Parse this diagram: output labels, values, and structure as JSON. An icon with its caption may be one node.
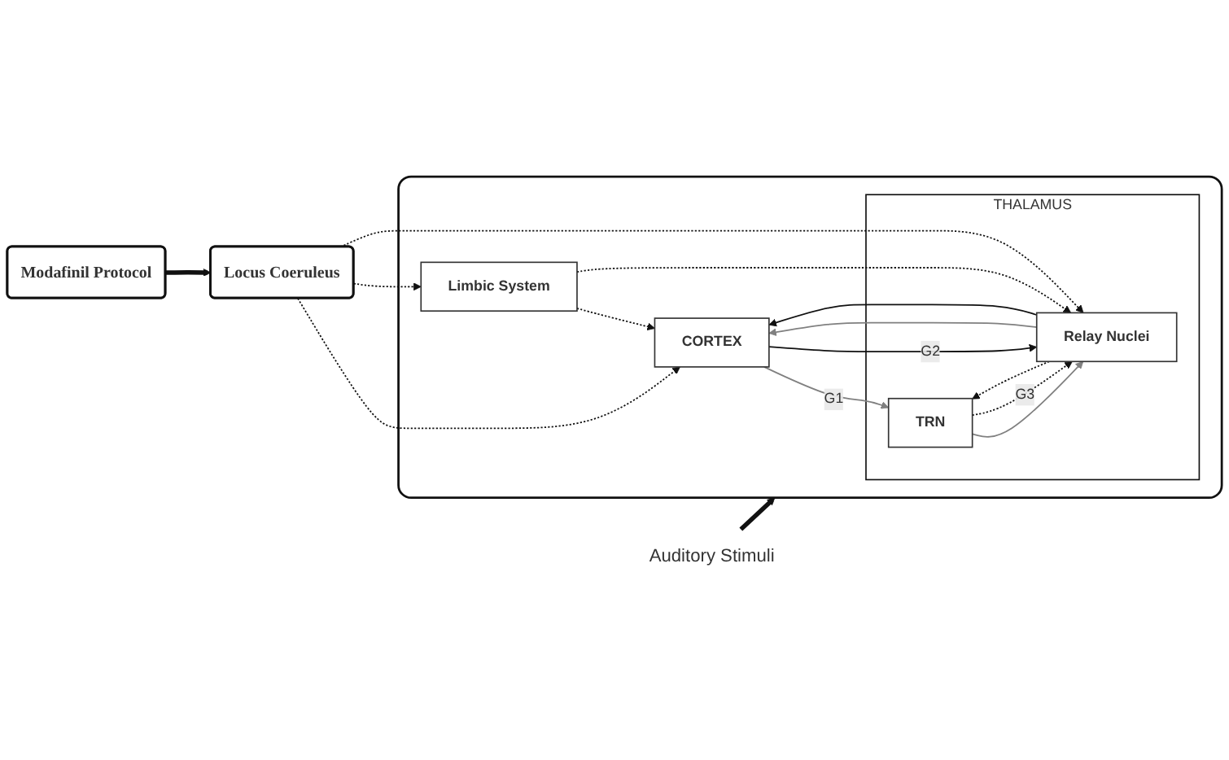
{
  "diagram": {
    "nodes": [
      {
        "text": [
          "Modafinil Protocol"
        ]
      },
      {
        "text": [
          "Locus Coeruleus"
        ]
      },
      {
        "text": [],
        "shape": "box"
      },
      {
        "text": [
          "Limbic System"
        ],
        "in": 2
      },
      {
        "text": [
          "CORTEX"
        ],
        "in": 2
      },
      {
        "text": [
          "THALAMUS"
        ],
        "in": 2
      },
      {
        "text": [
          "TRN"
        ],
        "in": 5
      },
      {
        "text": [
          "Relay Nuclei"
        ],
        "in": 5
      },
      {
        "text": [
          "Auditory Stimuli"
        ]
      }
    ],
    "edges": [
      {
        "from": 0,
        "to": 1,
        "arrow": "to",
        "style": "thick"
      },
      {
        "from": 1,
        "to": 4,
        "arrow": "to",
        "style": "dashed"
      },
      {
        "from": 1,
        "to": 3,
        "arrow": "to",
        "style": "dashed"
      },
      {
        "from": 1,
        "to": 7,
        "arrow": "to",
        "style": "dashed"
      },
      {
        "from": 3,
        "to": 4,
        "arrow": "to",
        "style": "dashed"
      },
      {
        "from": 3,
        "to": 7,
        "arrow": "to",
        "style": "dashed"
      },
      {
        "from": 4,
        "to": 6,
        "arrow": "to",
        "label": "G1",
        "color": "#808080"
      },
      {
        "from": 6,
        "to": 7,
        "arrow": "to",
        "color": "#808080"
      },
      {
        "from": 7,
        "to": 4,
        "arrow": "to",
        "color": "#808080"
      },
      {
        "from": 7,
        "to": 4,
        "arrow": "to"
      },
      {
        "from": 4,
        "to": 7,
        "arrow": "to",
        "label": "G2"
      },
      {
        "from": 6,
        "to": 7,
        "arrow": "to",
        "style": "dashed",
        "label": "G3"
      },
      {
        "from": 7,
        "to": 6,
        "arrow": "to",
        "style": "dashed"
      },
      {
        "from": 8,
        "to": 2,
        "arrow": "to",
        "style": "thick"
      }
    ]
  }
}
